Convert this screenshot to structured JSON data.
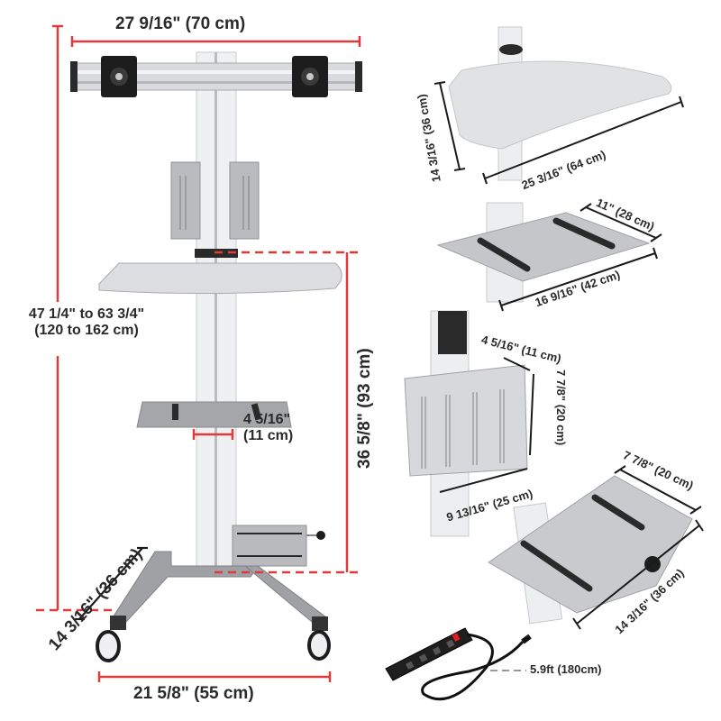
{
  "colors": {
    "dimension_red": "#e03a3a",
    "dimension_black": "#1a1a1a",
    "text": "#2a2a2a",
    "frame_silver": "#d9dbde",
    "frame_gray": "#9c9ea2",
    "panel_white": "#e6e7e9",
    "accessory_dark": "#1f1f1f",
    "outlet_switch": "#e02020"
  },
  "main_cart": {
    "top_width": "27 9/16\" (70 cm)",
    "total_height_line1": "47 1/4\" to 63 3/4\"",
    "total_height_line2": "(120 to 162 cm)",
    "desk_height": "36 5/8\" (93 cm)",
    "shelf_gap_line1": "4 5/16\"",
    "shelf_gap_line2": "(11 cm)",
    "base_depth": "14 3/16\" (36 cm)",
    "base_width": "21 5/8\" (55 cm)"
  },
  "details": {
    "desk_top": {
      "depth": "14 3/16\" (36 cm)",
      "width": "25 3/16\" (64 cm)"
    },
    "middle_shelf": {
      "depth": "11\" (28 cm)",
      "width": "16 9/16\" (42 cm)"
    },
    "basket": {
      "depth": "4 5/16\" (11 cm)",
      "height": "7 7/8\" (20 cm)",
      "width": "9 13/16\" (25 cm)"
    },
    "cpu_holder": {
      "width": "7 7/8\" (20 cm)",
      "length": "14 3/16\" (36 cm)"
    },
    "power_strip": {
      "cord_length": "5.9ft (180cm)"
    }
  }
}
